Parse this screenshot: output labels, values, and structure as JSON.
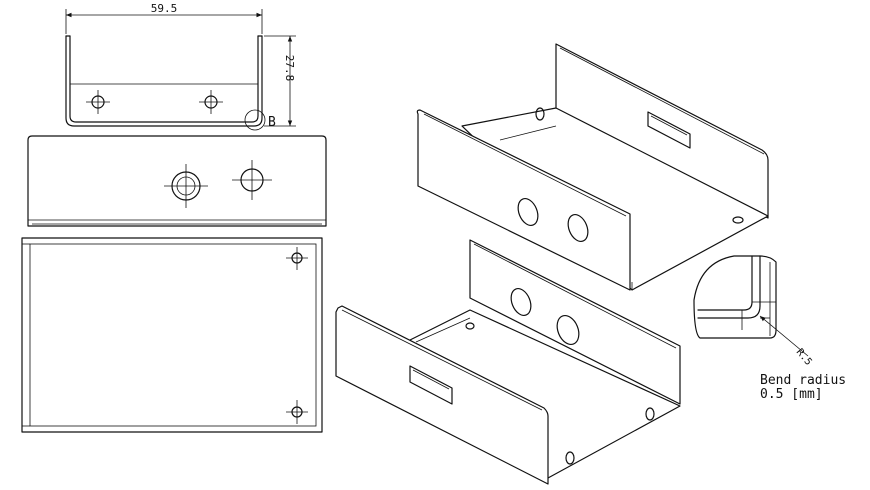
{
  "dimensions": {
    "width": "59.5",
    "height": "27.8",
    "radius": "R.5"
  },
  "detail_label": "B",
  "callout": {
    "line1": "Bend radius",
    "line2": "0.5 [mm]"
  }
}
